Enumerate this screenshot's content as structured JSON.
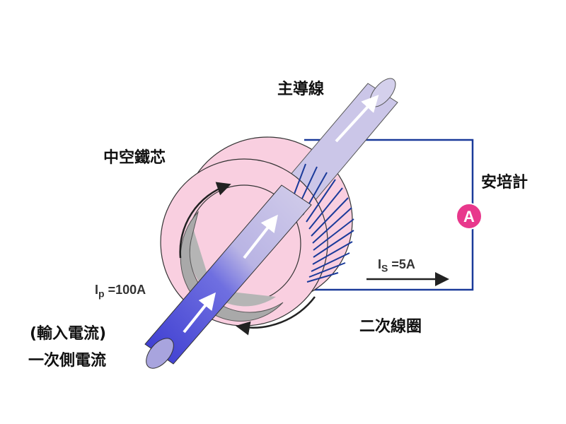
{
  "labels": {
    "main_conductor": "主導線",
    "hollow_core": "中空鐵芯",
    "ammeter": "安培計",
    "secondary_coil": "二次線圈",
    "input_current": "(輸入電流)",
    "primary_current": "一次側電流"
  },
  "primary": {
    "symbol": "I",
    "subscript": "p",
    "value": "=100A"
  },
  "secondary": {
    "symbol": "I",
    "subscript": "S",
    "value": "=5A"
  },
  "ammeter_symbol": "A",
  "colors": {
    "core": "#f9cfe0",
    "conductor": "#4a4ad8",
    "conductor_light": "#c9c4e6",
    "wire": "#1a3a9a",
    "ammeter": "#e8388c"
  }
}
